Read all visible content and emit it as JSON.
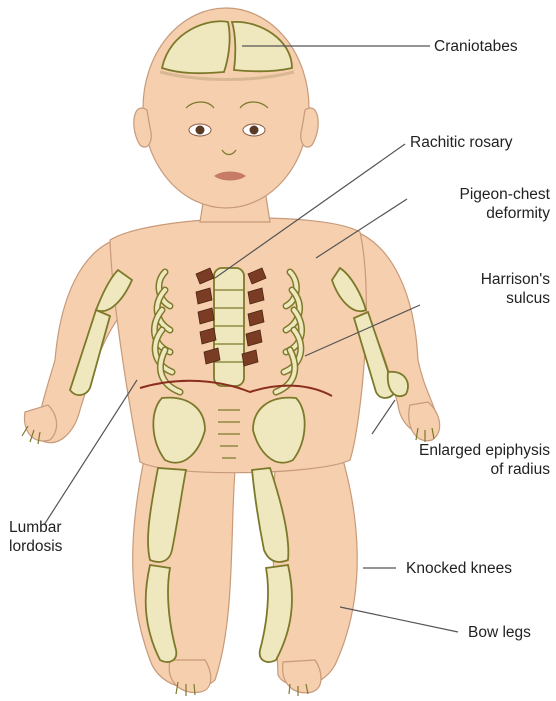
{
  "colors": {
    "skin": "#f6cfae",
    "skin_outline": "#c79a7a",
    "bone": "#efe7be",
    "bone_outline": "#7c7a2a",
    "rosary": "#7a3d24",
    "leader": "#555555",
    "hair": "#d8b893"
  },
  "labels": {
    "craniotabes": "Craniotabes",
    "rachitic_rosary": "Rachitic rosary",
    "pigeon_chest_1": "Pigeon-chest",
    "pigeon_chest_2": "deformity",
    "harrison_1": "Harrison's",
    "harrison_2": "sulcus",
    "epiphysis_1": "Enlarged epiphysis",
    "epiphysis_2": "of radius",
    "lumbar_1": "Lumbar",
    "lumbar_2": "lordosis",
    "knocked_knees": "Knocked knees",
    "bow_legs": "Bow legs"
  }
}
